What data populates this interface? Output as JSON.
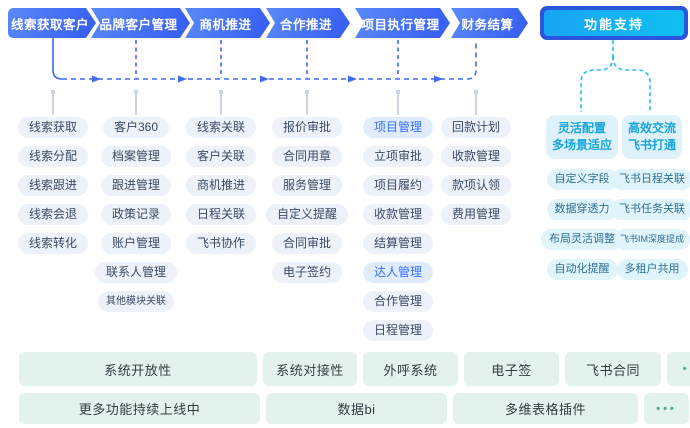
{
  "flow": {
    "stages": [
      {
        "label": "线索获取客户"
      },
      {
        "label": "品牌客户管理"
      },
      {
        "label": "商机推进"
      },
      {
        "label": "合作推进"
      },
      {
        "label": "项目执行管理"
      },
      {
        "label": "财务结算"
      }
    ],
    "support_label": "功能支持"
  },
  "columns": [
    {
      "items": [
        {
          "label": "线索获取"
        },
        {
          "label": "线索分配"
        },
        {
          "label": "线索跟进"
        },
        {
          "label": "线索会退"
        },
        {
          "label": "线索转化"
        }
      ]
    },
    {
      "items": [
        {
          "label": "客户360"
        },
        {
          "label": "档案管理"
        },
        {
          "label": "跟进管理"
        },
        {
          "label": "政策记录"
        },
        {
          "label": "账户管理"
        },
        {
          "label": "联系人管理"
        },
        {
          "label": "其他模块关联"
        }
      ]
    },
    {
      "items": [
        {
          "label": "线索关联"
        },
        {
          "label": "客户关联"
        },
        {
          "label": "商机推进"
        },
        {
          "label": "日程关联"
        },
        {
          "label": "飞书协作"
        }
      ]
    },
    {
      "items": [
        {
          "label": "报价审批"
        },
        {
          "label": "合同用章"
        },
        {
          "label": "服务管理"
        },
        {
          "label": "自定义提醒"
        },
        {
          "label": "合同审批"
        },
        {
          "label": "电子签约"
        }
      ]
    },
    {
      "items": [
        {
          "label": "项目管理",
          "highlight": true
        },
        {
          "label": "立项审批"
        },
        {
          "label": "项目履约"
        },
        {
          "label": "收款管理"
        },
        {
          "label": "结算管理"
        },
        {
          "label": "达人管理",
          "highlight": true
        },
        {
          "label": "合作管理"
        },
        {
          "label": "日程管理"
        }
      ]
    },
    {
      "items": [
        {
          "label": "回款计划"
        },
        {
          "label": "收款管理"
        },
        {
          "label": "款项认领"
        },
        {
          "label": "费用管理"
        }
      ]
    }
  ],
  "support": {
    "groups": [
      {
        "title_line1": "灵活配置",
        "title_line2": "多场景适应",
        "items": [
          {
            "label": "自定义字段"
          },
          {
            "label": "数据穿透力"
          },
          {
            "label": "布局灵活调整"
          },
          {
            "label": "自动化提醒"
          }
        ]
      },
      {
        "title_line1": "高效交流",
        "title_line2": "飞书打通",
        "items": [
          {
            "label": "飞书日程关联"
          },
          {
            "label": "飞书任务关联"
          },
          {
            "label": "飞书IM深度提成"
          },
          {
            "label": "多租户共用"
          }
        ]
      }
    ]
  },
  "bottom": {
    "row1": [
      {
        "label": "系统开放性"
      },
      {
        "label": "系统对接性"
      },
      {
        "label": "外呼系统"
      },
      {
        "label": "电子签"
      },
      {
        "label": "飞书合同"
      },
      {
        "label": "•••"
      }
    ],
    "row2": [
      {
        "label": "更多功能持续上线中"
      },
      {
        "label": "数据bi"
      },
      {
        "label": "多维表格插件"
      },
      {
        "label": "•••"
      }
    ]
  },
  "colors": {
    "flow_blue": "#3f6cf0",
    "arrow_gradient_start": "#5b8af9",
    "arrow_gradient_end": "#3a62f2",
    "support_cyan": "#29bdf0",
    "pill_bg": "#edf1f9",
    "pill_text": "#3a4a66",
    "pill_highlight_text": "#3370ff",
    "cyan_pill_bg": "#e0f4fb",
    "mint_bg": "#e3f2ec",
    "dots_green": "#4fa98b"
  }
}
